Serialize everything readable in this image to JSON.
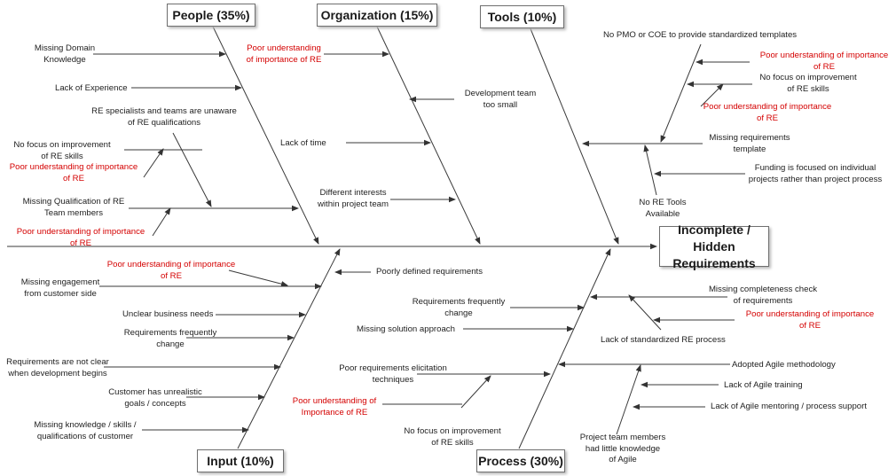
{
  "effect": {
    "line1": "Incomplete / Hidden",
    "line2": "Requirements"
  },
  "categories": {
    "people": "People (35%)",
    "organization": "Organization (15%)",
    "tools": "Tools (10%)",
    "input": "Input (10%)",
    "process": "Process (30%)"
  },
  "people": {
    "missing_domain_1": "Missing Domain",
    "missing_domain_2": "Knowledge",
    "lack_experience": "Lack of Experience",
    "re_unaware_1": "RE specialists and teams are unaware",
    "re_unaware_2": "of RE qualifications",
    "no_focus_1": "No focus on improvement",
    "no_focus_2": "of RE skills",
    "poor_1": "Poor understanding of importance",
    "poor_2": "of RE",
    "missing_qual_1": "Missing Qualification of RE",
    "missing_qual_2": "Team members",
    "poor2_1": "Poor understanding of importance",
    "poor2_2": "of RE"
  },
  "organization": {
    "poor_1": "Poor understanding",
    "poor_2": "of importance of RE",
    "dev_team_1": "Development team",
    "dev_team_2": "too small",
    "lack_time": "Lack of time",
    "diff_int_1": "Different interests",
    "diff_int_2": "within project team"
  },
  "tools": {
    "no_pmo": "No PMO or COE to provide standardized templates",
    "poor_1": "Poor understanding of importance",
    "poor_2": "of RE",
    "no_focus_1": "No focus on improvement",
    "no_focus_2": "of RE skills",
    "poor2_1": "Poor understanding of importance",
    "poor2_2": "of RE",
    "missing_tpl_1": "Missing requirements",
    "missing_tpl_2": "template",
    "funding_1": "Funding is focused on individual",
    "funding_2": "projects rather than project process",
    "no_tools_1": "No RE Tools",
    "no_tools_2": "Available"
  },
  "input": {
    "poor_1": "Poor understanding of importance",
    "poor_2": "of RE",
    "missing_eng_1": "Missing engagement",
    "missing_eng_2": "from customer side",
    "poorly_defined": "Poorly defined requirements",
    "unclear": "Unclear business needs",
    "req_change_1": "Requirements frequently",
    "req_change_2": "change",
    "not_clear_1": "Requirements are not clear",
    "not_clear_2": "when development begins",
    "unrealistic_1": "Customer has unrealistic",
    "unrealistic_2": "goals / concepts",
    "missing_know_1": "Missing knowledge / skills /",
    "missing_know_2": "qualifications of customer"
  },
  "process": {
    "req_change_1": "Requirements frequently",
    "req_change_2": "change",
    "missing_approach": "Missing solution approach",
    "poor_elic_1": "Poor requirements elicitation",
    "poor_elic_2": "techniques",
    "poor_1": "Poor understanding of",
    "poor_2": "Importance of RE",
    "no_focus_1": "No focus on improvement",
    "no_focus_2": "of RE skills",
    "missing_check_1": "Missing completeness check",
    "missing_check_2": "of requirements",
    "poor2_1": "Poor understanding of importance",
    "poor2_2": "of RE",
    "lack_std": "Lack of standardized RE process",
    "agile": "Adopted Agile methodology",
    "agile_training": "Lack of Agile training",
    "agile_mentoring": "Lack of Agile mentoring / process support",
    "little_know_1": "Project team members",
    "little_know_2": "had little knowledge",
    "little_know_3": "of Agile"
  }
}
